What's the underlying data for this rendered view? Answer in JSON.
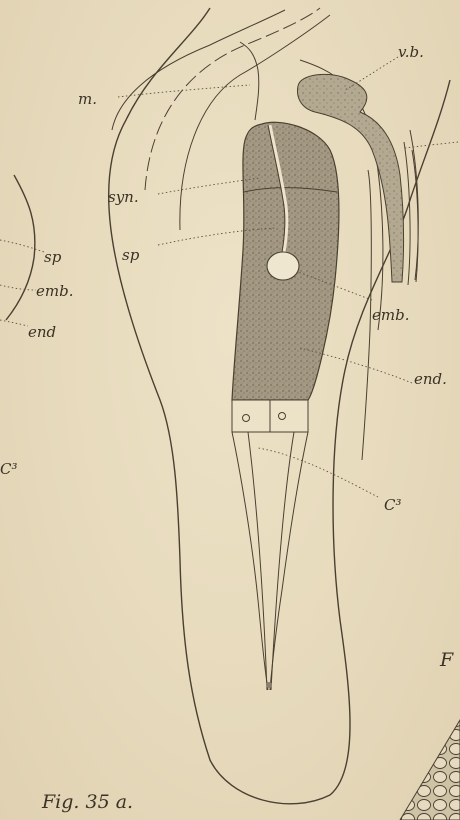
{
  "figure": {
    "caption": "Fig. 35 a.",
    "partial_caption_right": "F",
    "labels": {
      "m": "m.",
      "vb": "v.b.",
      "syn": "syn.",
      "sp_center": "sp",
      "emb_center": "emb.",
      "end_center": "end.",
      "c3_center": "C³",
      "sp_left": "sp",
      "emb_left": "emb.",
      "end_left": "end",
      "c3_left": "C³"
    }
  },
  "colors": {
    "paper": "#e8dcc0",
    "ink": "#4a4032",
    "stipple": "#8a7f6c"
  }
}
